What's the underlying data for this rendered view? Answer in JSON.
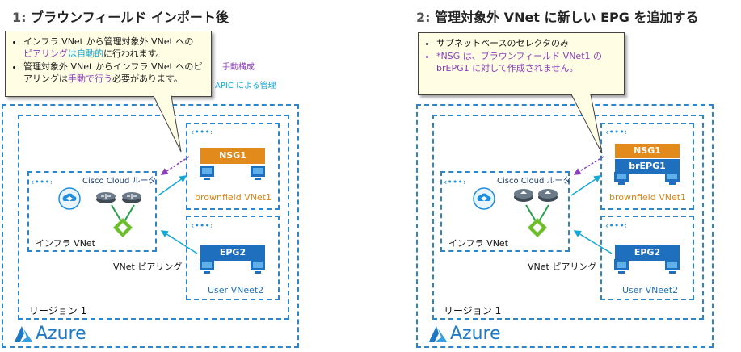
{
  "left": {
    "title_num": "1:",
    "title_text": "ブラウンフィールド インポート後",
    "callout": {
      "item1_a": "インフラ VNet から管理対象外 VNet への",
      "item1_b": "ピアリング",
      "item1_c": "は自動的",
      "item1_d": "に行われます。",
      "item2_a": "管理対象外 VNet からインフラ VNet へのピ",
      "item2_b": "アリングは",
      "item2_c": "手動で行う",
      "item2_d": "必要があります。"
    },
    "legend_manual": "手動構成",
    "legend_apic": "APIC による管理",
    "router_label": "Cisco Cloud ルータ",
    "infra_label": "インフラ VNet",
    "peering_label": "VNet ピアリング",
    "region_label": "リージョン 1",
    "nsg1": "NSG1",
    "vnet1": "brownfield VNet1",
    "epg2": "EPG2",
    "vnet2": "User VNeet2",
    "azure": "Azure"
  },
  "right": {
    "title_num": "2:",
    "title_text": "管理対象外 VNet に新しい EPG を追加する",
    "callout": {
      "item1": "サブネットベースのセレクタのみ",
      "item2_a": "*NSG は、ブラウンフィールド VNet1 の",
      "item2_b": "brEPG1 に対して作成されません。"
    },
    "router_label": "Cisco Cloud ルータ",
    "infra_label": "インフラ VNet",
    "peering_label": "VNet ピアリング",
    "region_label": "リージョン 1",
    "nsg1": "NSG1",
    "brepg1": "brEPG1",
    "vnet1": "brownfield VNet1",
    "epg2": "EPG2",
    "vnet2": "User VNeet2",
    "azure": "Azure"
  },
  "colors": {
    "accent_blue": "#2e86c8",
    "manual_purple": "#8b3dbd",
    "apic_cyan": "#13a8d6",
    "orange": "#e28a1b",
    "dark_blue": "#1f6fbf",
    "green": "#6cbf2a"
  },
  "icons": [
    "vnet-icon",
    "cloud-router-icon",
    "router-icon",
    "hub-icon",
    "monitor-icon",
    "azure-logo-icon"
  ]
}
